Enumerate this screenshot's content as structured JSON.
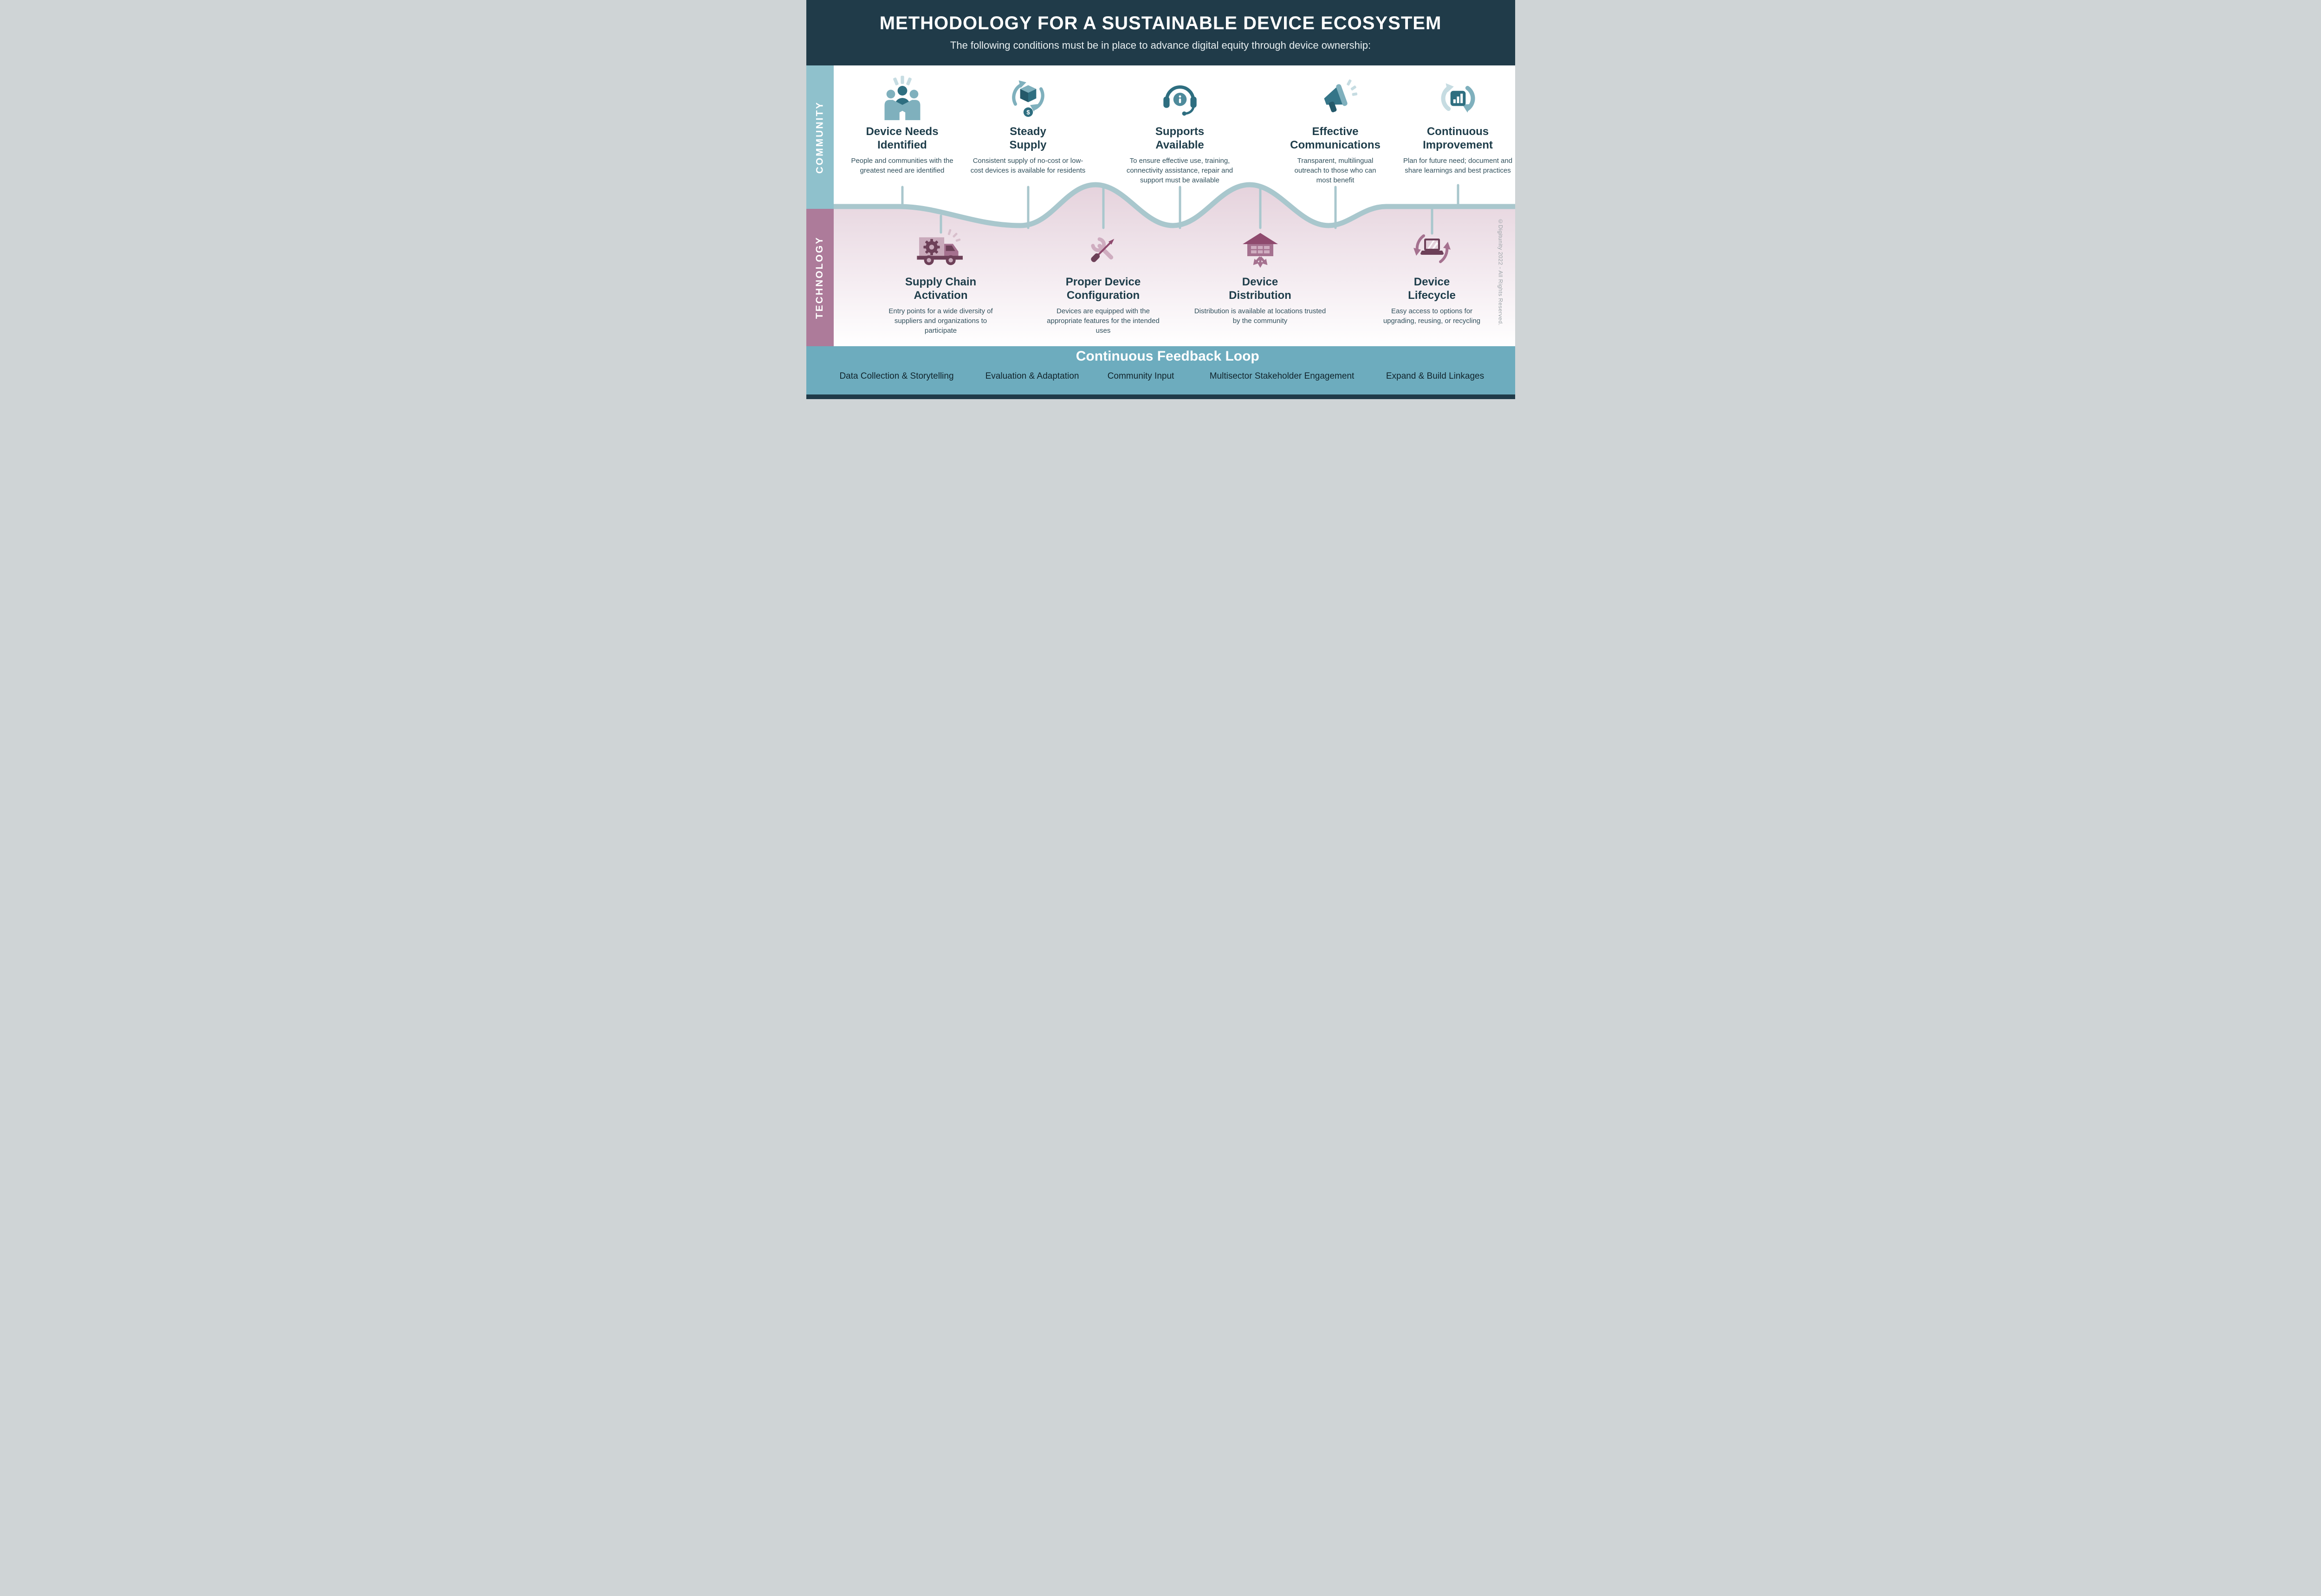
{
  "header": {
    "title": "METHODOLOGY FOR A SUSTAINABLE DEVICE ECOSYSTEM",
    "subtitle": "The following conditions must be in place to advance digital equity through device ownership:"
  },
  "rows": {
    "community": {
      "label": "COMMUNITY"
    },
    "technology": {
      "label": "TECHNOLOGY"
    }
  },
  "community_items": [
    {
      "icon": "people-handshake-icon",
      "title": "Device Needs\nIdentified",
      "description": "People and communities with the greatest need are identified"
    },
    {
      "icon": "box-supply-cycle-icon",
      "title": "Steady\nSupply",
      "description": "Consistent supply of no-cost or low-cost devices is available for residents"
    },
    {
      "icon": "headset-info-icon",
      "title": "Supports\nAvailable",
      "description": "To ensure effective use, training, connectivity assistance, repair and support must be available"
    },
    {
      "icon": "megaphone-icon",
      "title": "Effective\nCommunications",
      "description": "Transparent, multilingual outreach to those who can most benefit"
    },
    {
      "icon": "cycle-bar-chart-icon",
      "title": "Continuous\nImprovement",
      "description": "Plan for future need; document and share learnings and best practices"
    }
  ],
  "technology_items": [
    {
      "icon": "delivery-truck-gear-icon",
      "title": "Supply Chain\nActivation",
      "description": "Entry points for a wide diversity of suppliers and organizations to participate"
    },
    {
      "icon": "wrench-screwdriver-icon",
      "title": "Proper Device\nConfiguration",
      "description": "Devices are equipped with the appropriate features for the intended uses"
    },
    {
      "icon": "warehouse-distribution-icon",
      "title": "Device\nDistribution",
      "description": "Distribution is available at locations trusted by the community"
    },
    {
      "icon": "laptop-recycle-icon",
      "title": "Device\nLifecycle",
      "description": "Easy access to options for upgrading, reusing, or recycling"
    }
  ],
  "feedback": {
    "title": "Continuous Feedback Loop",
    "items": [
      "Data Collection & Storytelling",
      "Evaluation & Adaptation",
      "Community Input",
      "Multisector Stakeholder Engagement",
      "Expand & Build Linkages"
    ]
  },
  "copyright": {
    "text": "©Digitunity 2022 - All Rights Reserved."
  },
  "colors": {
    "header_bg": "#203b49",
    "community_sidebar": "#8fc1cc",
    "technology_sidebar": "#ad7b9a",
    "wave": "#a9c7cd",
    "pink_fill_top": "#e5d2dc",
    "feedback_band": "#6dacbe",
    "teal_dark": "#2e6e80",
    "teal_mid": "#7fb0bd",
    "teal_pale": "#c6dce2",
    "mauve_dark": "#6d4058",
    "mauve_mid": "#a5718f",
    "mauve_light": "#c9aabb",
    "title_text": "#1e3d4a",
    "body_text": "#31505c"
  }
}
